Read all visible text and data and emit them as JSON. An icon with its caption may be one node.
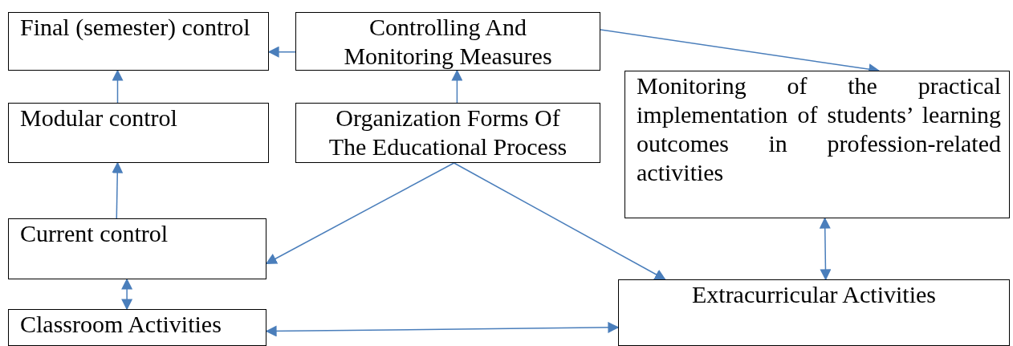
{
  "diagram": {
    "nodes": [
      {
        "text": [
          "Final (semester) control"
        ]
      },
      {
        "text": [
          "Controlling And Monitoring Measures"
        ]
      },
      {
        "text": [
          "Modular control"
        ]
      },
      {
        "text": [
          "Organization Forms Of The Educational Process"
        ]
      },
      {
        "text": [
          "Monitoring of the practical implementation of students’ learning outcomes in profession-related activities"
        ]
      },
      {
        "text": [
          "Current control"
        ]
      },
      {
        "text": [
          "Classroom Activities"
        ]
      },
      {
        "text": [
          "Extracurricular Activities"
        ]
      }
    ],
    "edges": [
      {
        "from": 1,
        "to": 0,
        "arrow": "to"
      },
      {
        "from": 2,
        "to": 0,
        "arrow": "to"
      },
      {
        "from": 3,
        "to": 1,
        "arrow": "to"
      },
      {
        "from": 1,
        "to": 4,
        "arrow": "to"
      },
      {
        "from": 3,
        "to": 5,
        "arrow": "to"
      },
      {
        "from": 3,
        "to": 7,
        "arrow": "to"
      },
      {
        "from": 5,
        "to": 2,
        "arrow": "to"
      },
      {
        "from": 5,
        "to": 6,
        "arrow": "both"
      },
      {
        "from": 4,
        "to": 7,
        "arrow": "both"
      },
      {
        "from": 6,
        "to": 7,
        "arrow": "both"
      }
    ]
  }
}
